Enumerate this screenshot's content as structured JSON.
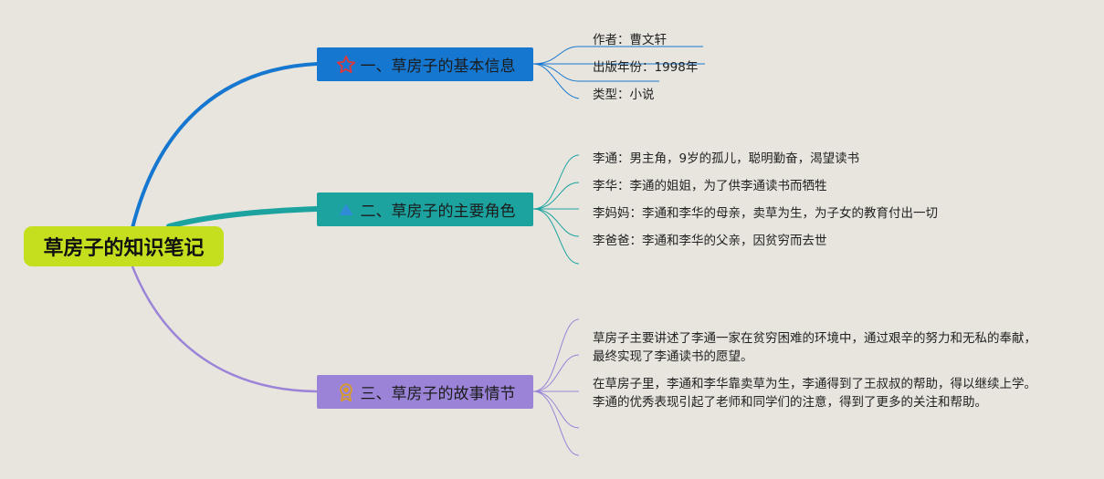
{
  "root": {
    "title": "草房子的知识笔记"
  },
  "branches": [
    {
      "label": "一、草房子的基本信息",
      "icon": "star-icon",
      "color": "#1677d0",
      "items": [
        "作者：曹文轩",
        "出版年份：1998年",
        "类型：小说"
      ]
    },
    {
      "label": "二、草房子的主要角色",
      "icon": "triangle-icon",
      "color": "#1ca3a0",
      "items": [
        "李通：男主角，9岁的孤儿，聪明勤奋，渴望读书",
        "李华：李通的姐姐，为了供李通读书而牺牲",
        "李妈妈：李通和李华的母亲，卖草为生，为子女的教育付出一切",
        "李爸爸：李通和李华的父亲，因贫穷而去世"
      ]
    },
    {
      "label": "三、草房子的故事情节",
      "icon": "medal-icon",
      "color": "#9b84d8",
      "items": [
        "草房子主要讲述了李通一家在贫穷困难的环境中，通过艰辛的努力和无私的奉献，最终实现了李通读书的愿望。",
        "在草房子里，李通和李华靠卖草为生，李通得到了王叔叔的帮助，得以继续上学。李通的优秀表现引起了老师和同学们的注意，得到了更多的关注和帮助。"
      ]
    }
  ]
}
